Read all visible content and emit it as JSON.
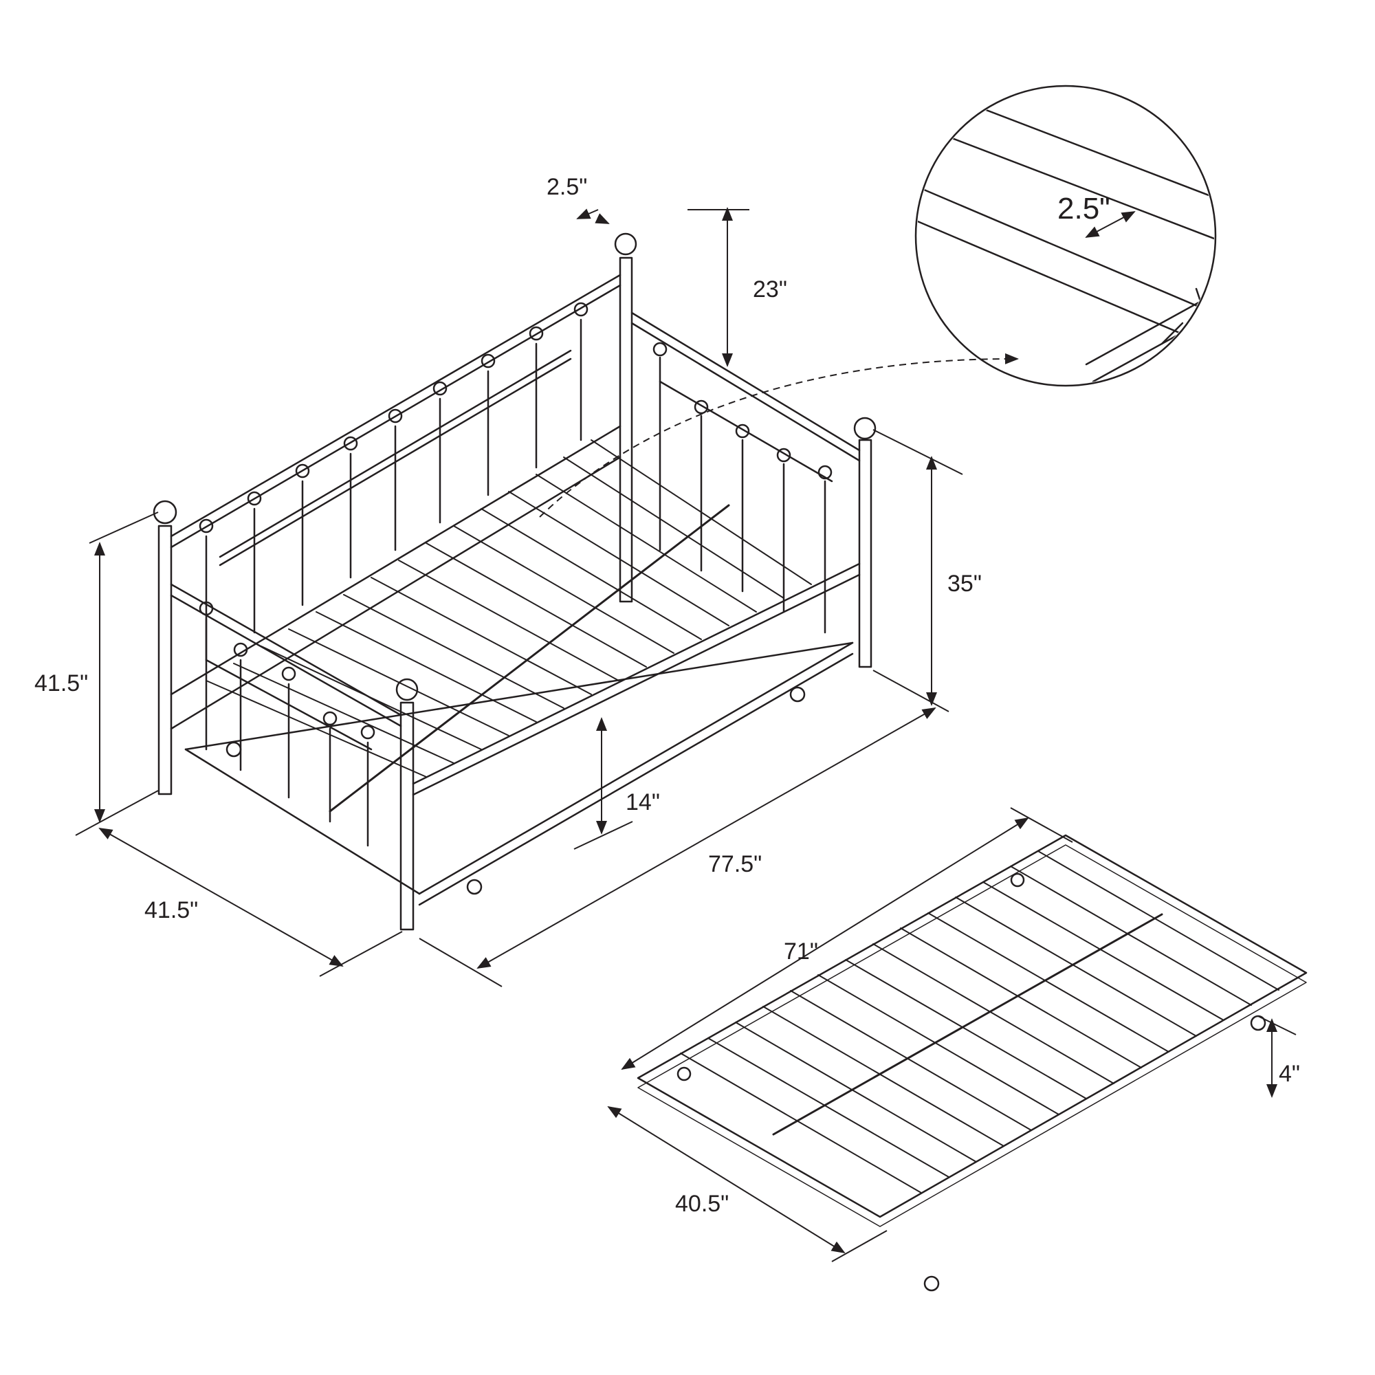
{
  "colors": {
    "line": "#231f20",
    "background": "#ffffff"
  },
  "detail": {
    "label": "2.5\""
  },
  "daybed": {
    "post_width": "2.5\"",
    "top_rail_height": "23\"",
    "arm_height": "35\"",
    "total_height": "41.5\"",
    "depth": "41.5\"",
    "length": "77.5\"",
    "clearance": "14\""
  },
  "trundle": {
    "length": "71\"",
    "width": "40.5\"",
    "height": "4\""
  }
}
